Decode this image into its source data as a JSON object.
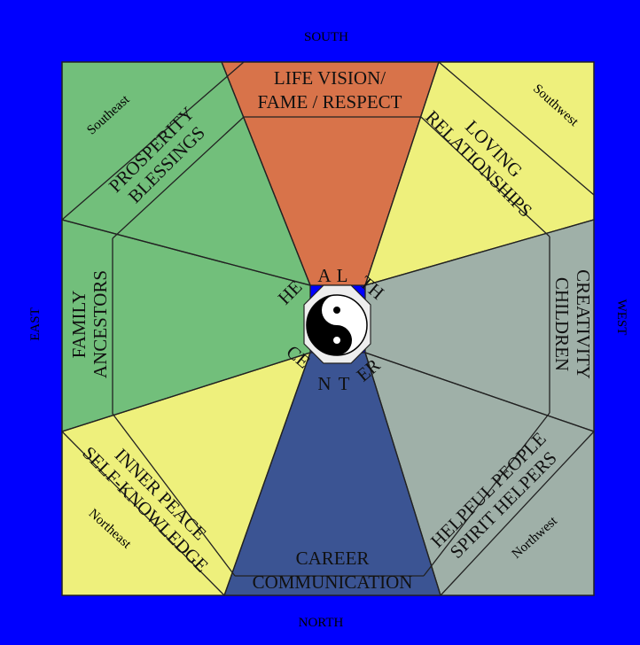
{
  "colors": {
    "background": "#0000ff",
    "south": "#d8734a",
    "southwest": "#eef07c",
    "west": "#9fb0a8",
    "northwest": "#9fb0a8",
    "north": "#3b5493",
    "northeast": "#eef07c",
    "east": "#72bf7b",
    "southeast": "#72bf7b",
    "lines": "#222222"
  },
  "directions": {
    "south": "SOUTH",
    "north": "NORTH",
    "east": "EAST",
    "west": "WEST"
  },
  "corners": {
    "southeast": "Southeast",
    "southwest": "Southwest",
    "northeast": "Northeast",
    "northwest": "Northwest"
  },
  "areas": {
    "south": [
      "LIFE VISION/",
      "FAME / RESPECT"
    ],
    "southeast": [
      "PROSPERITY",
      "BLESSINGS"
    ],
    "southwest": [
      "LOVING",
      "RELATIONSHIPS"
    ],
    "east": [
      "FAMILY",
      "ANCESTORS"
    ],
    "west": [
      "CREATIVITY",
      "CHILDREN"
    ],
    "northeast": [
      "INNER PEACE",
      "SELF-KNOWLEDGE"
    ],
    "northwest": [
      "HELPFUL PEOPLE",
      "SPIRIT HELPERS"
    ],
    "north": [
      "CAREER",
      "COMMUNICATION"
    ]
  },
  "center": {
    "letters": [
      "HE",
      "A",
      "L",
      "TH",
      "CE",
      "N",
      "T",
      "ER"
    ],
    "symbol": "yin-yang"
  }
}
